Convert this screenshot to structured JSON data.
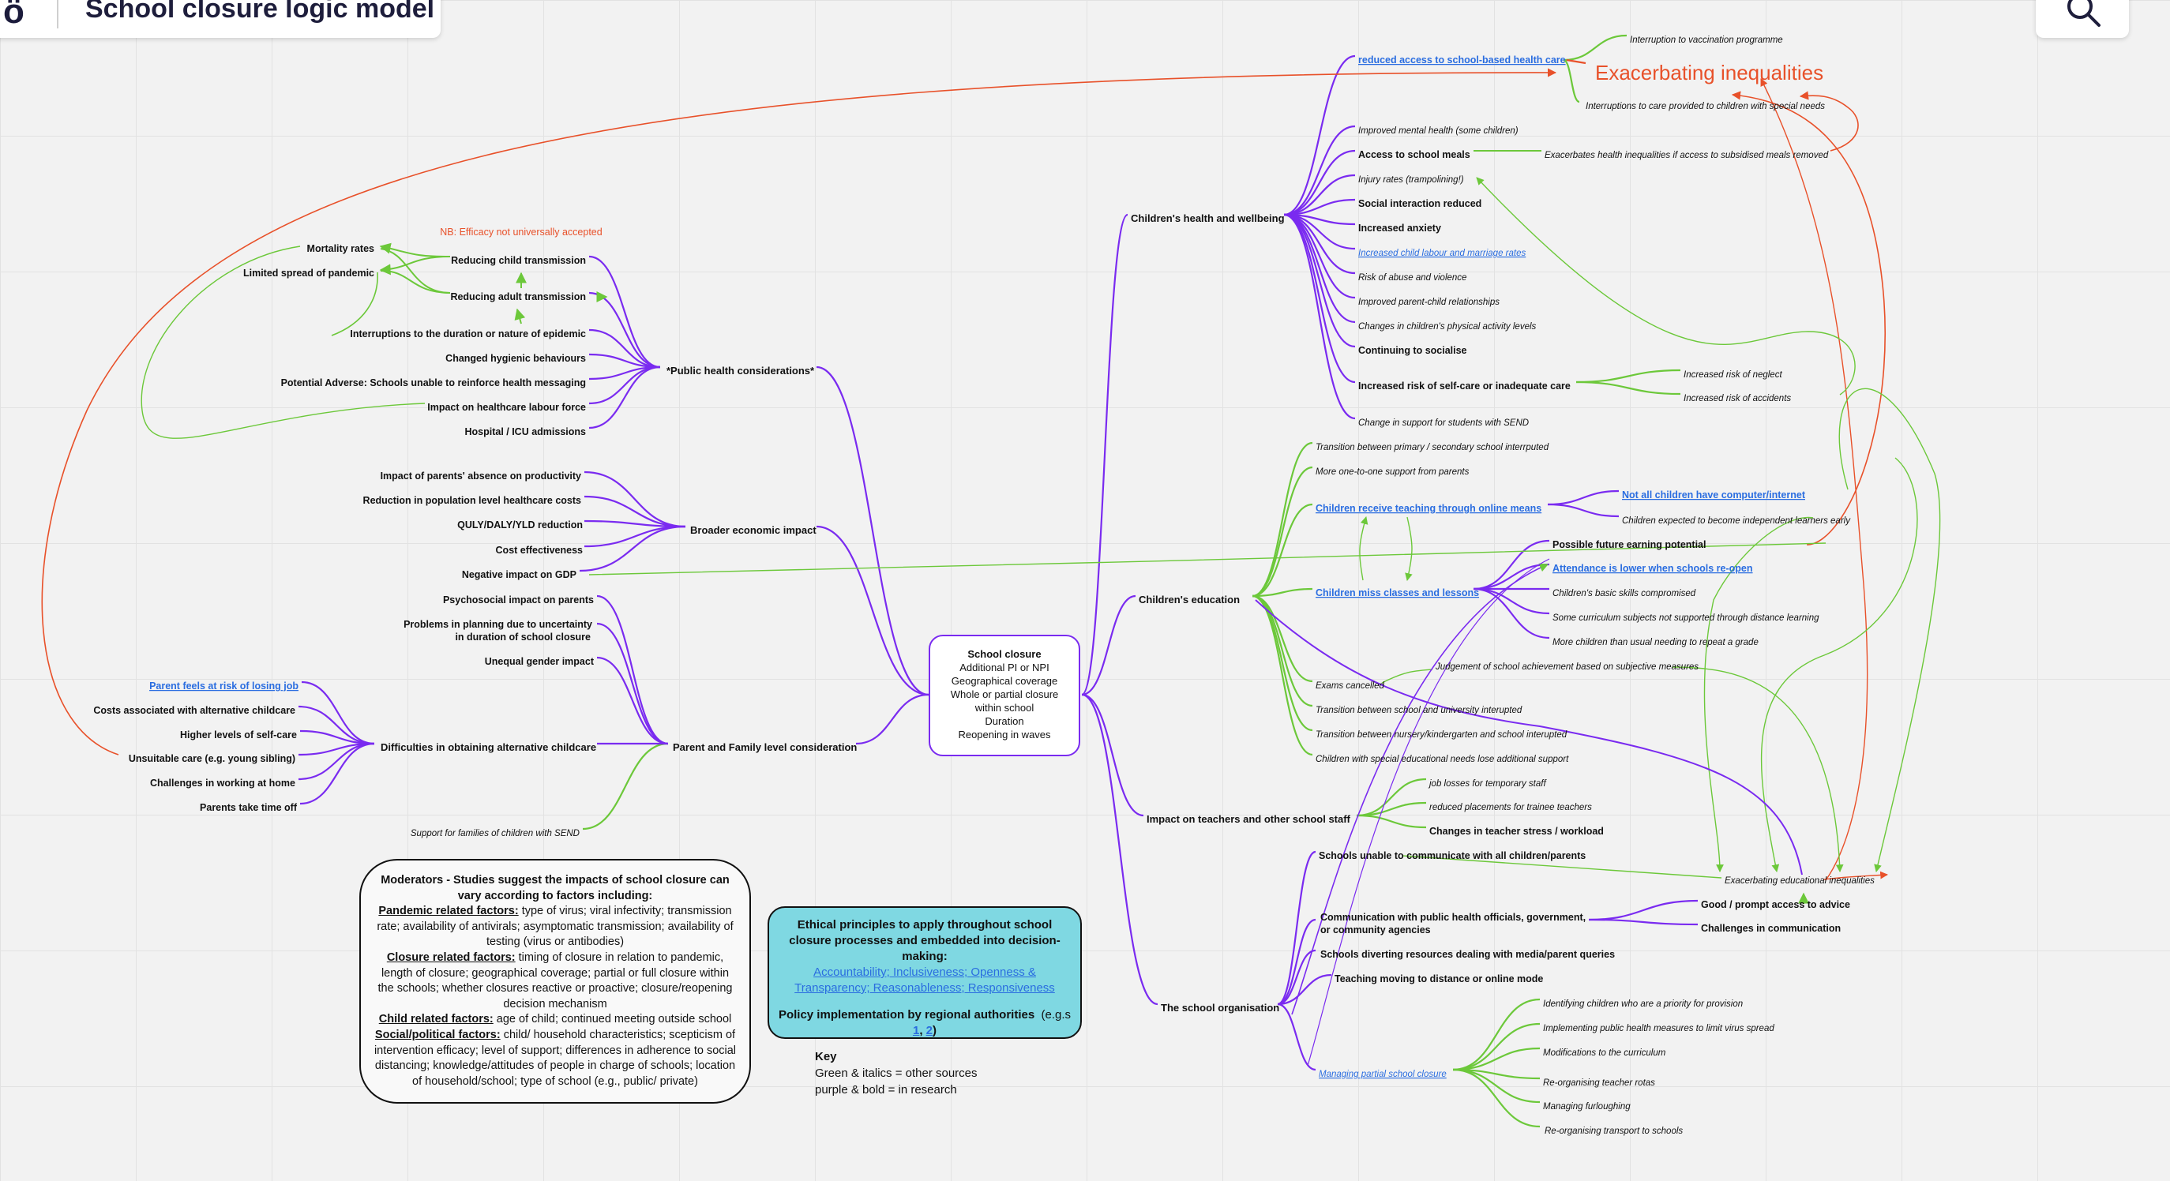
{
  "app": {
    "title": "School closure logic model",
    "logo": "ö",
    "search_icon": "search-icon"
  },
  "colors": {
    "purple": "#7a2bf0",
    "green": "#6cc83a",
    "orange": "#e8512a",
    "link": "#2a6de0"
  },
  "center": {
    "title": "School closure",
    "lines": [
      "Additional PI or NPI",
      "Geographical coverage",
      "Whole or partial closure",
      "within school",
      "Duration",
      "Reopening in waves"
    ]
  },
  "nodes": [
    {
      "id": "health",
      "text": "Children's health and wellbeing",
      "style": "bold"
    },
    {
      "id": "educ",
      "text": "Children's education",
      "style": "bold"
    },
    {
      "id": "teachers",
      "text": "Impact on teachers and other school staff",
      "style": "bold"
    },
    {
      "id": "org",
      "text": "The school organisation",
      "style": "bold"
    },
    {
      "id": "pub",
      "text": "*Public health considerations*",
      "style": "bold"
    },
    {
      "id": "econ",
      "text": "Broader economic impact",
      "style": "bold"
    },
    {
      "id": "family",
      "text": "Parent and Family level consideration",
      "style": "bold"
    },
    {
      "id": "childcare",
      "text": "Difficulties in obtaining alternative childcare",
      "style": "bold"
    },
    {
      "id": "h1",
      "text": "reduced access to school-based health care",
      "style": "link-bold"
    },
    {
      "id": "h2",
      "text": "Improved mental health  (some children)",
      "style": "italic"
    },
    {
      "id": "h3",
      "text": "Access to school meals",
      "style": "bold"
    },
    {
      "id": "h4",
      "text": "Injury rates (trampolining!)",
      "style": "italic"
    },
    {
      "id": "h5",
      "text": "Social interaction reduced",
      "style": "bold"
    },
    {
      "id": "h6",
      "text": "Increased anxiety",
      "style": "bold"
    },
    {
      "id": "h7",
      "text": "Increased child labour and marriage rates",
      "style": "link-italic"
    },
    {
      "id": "h8",
      "text": "Risk of abuse and violence",
      "style": "italic"
    },
    {
      "id": "h9",
      "text": "Improved parent-child relationships",
      "style": "italic"
    },
    {
      "id": "h10",
      "text": "Changes in children's physical activity levels",
      "style": "italic"
    },
    {
      "id": "h11",
      "text": "Continuing to socialise",
      "style": "bold"
    },
    {
      "id": "h12",
      "text": "Increased risk of self-care or inadequate care",
      "style": "bold"
    },
    {
      "id": "h13",
      "text": "Change in support for students with SEND",
      "style": "italic"
    },
    {
      "id": "exacerbating",
      "text": "Exacerbating inequalities",
      "style": "big-orange"
    },
    {
      "id": "hv1",
      "text": "Interruption to vaccination programme",
      "style": "italic"
    },
    {
      "id": "hv2",
      "text": "Interruptions to care provided to children with special needs",
      "style": "italic"
    },
    {
      "id": "hm1",
      "text": "Exacerbates health inequalities if access to subsidised meals removed",
      "style": "italic"
    },
    {
      "id": "hs1",
      "text": "Increased risk of neglect",
      "style": "italic"
    },
    {
      "id": "hs2",
      "text": "Increased risk of accidents",
      "style": "italic"
    },
    {
      "id": "e1",
      "text": "Transition between primary / secondary school interrputed",
      "style": "italic"
    },
    {
      "id": "e2",
      "text": "More one-to-one support from parents",
      "style": "italic"
    },
    {
      "id": "e3",
      "text": "Children receive teaching through online means",
      "style": "link-bold"
    },
    {
      "id": "e3a",
      "text": "Not all children have computer/internet",
      "style": "link-bold"
    },
    {
      "id": "e3b",
      "text": "Children expected to become independent learners early",
      "style": "italic"
    },
    {
      "id": "e4",
      "text": "Children miss classes and lessons",
      "style": "link-bold"
    },
    {
      "id": "e4a",
      "text": "Possible future earning potential",
      "style": "bold"
    },
    {
      "id": "e4b",
      "text": "Attendance is lower when schools re-open",
      "style": "link-bold"
    },
    {
      "id": "e4c",
      "text": "Children's basic skills compromised",
      "style": "italic"
    },
    {
      "id": "e4d",
      "text": "Some curriculum subjects not supported through distance learning",
      "style": "italic"
    },
    {
      "id": "e4e",
      "text": "More children than usual needing to repeat a grade",
      "style": "italic"
    },
    {
      "id": "e5",
      "text": "Exams cancelled",
      "style": "italic"
    },
    {
      "id": "e5a",
      "text": "Judgement of school achievement  based on subjective measures",
      "style": "italic"
    },
    {
      "id": "e6",
      "text": "Transition between school and university interupted",
      "style": "italic"
    },
    {
      "id": "e7",
      "text": "Transition between nursery/kindergarten and school interupted",
      "style": "italic"
    },
    {
      "id": "e8",
      "text": "Children with special educational needs lose additional support",
      "style": "italic"
    },
    {
      "id": "t1",
      "text": "job losses for temporary staff",
      "style": "italic"
    },
    {
      "id": "t2",
      "text": "reduced placements for trainee teachers",
      "style": "italic"
    },
    {
      "id": "t3",
      "text": "Changes in teacher stress / workload",
      "style": "bold"
    },
    {
      "id": "o1",
      "text": "Schools unable to communicate with all children/parents",
      "style": "bold"
    },
    {
      "id": "o2a",
      "text": "Communication with public health officials, government,",
      "style": "bold"
    },
    {
      "id": "o2b",
      "text": "or community agencies",
      "style": "bold"
    },
    {
      "id": "o2c",
      "text": "Good / prompt access to advice",
      "style": "bold"
    },
    {
      "id": "o2d",
      "text": "Challenges in communication",
      "style": "bold"
    },
    {
      "id": "o3",
      "text": "Schools diverting resources dealing with media/parent queries",
      "style": "bold"
    },
    {
      "id": "o4",
      "text": "Teaching moving to distance or online mode",
      "style": "bold"
    },
    {
      "id": "o5",
      "text": "Managing partial school closure",
      "style": "link-italic"
    },
    {
      "id": "o5a",
      "text": "Identifying children who are a priority for provision",
      "style": "italic"
    },
    {
      "id": "o5b",
      "text": "Implementing public health measures to limit virus spread",
      "style": "italic"
    },
    {
      "id": "o5c",
      "text": "Modifications to the curriculum",
      "style": "italic"
    },
    {
      "id": "o5d",
      "text": "Re-organising teacher rotas",
      "style": "italic"
    },
    {
      "id": "o5e",
      "text": "Managing furloughing",
      "style": "italic"
    },
    {
      "id": "o5f",
      "text": "Re-organising transport to schools",
      "style": "italic"
    },
    {
      "id": "ineqEdu",
      "text": "Exacerbating educational inequalities",
      "style": "italic"
    },
    {
      "id": "p1",
      "text": "Reducing child transmission",
      "style": "bold"
    },
    {
      "id": "p2",
      "text": "Reducing adult transmission",
      "style": "bold"
    },
    {
      "id": "p3",
      "text": "Interruptions to the duration or nature of epidemic",
      "style": "bold"
    },
    {
      "id": "p4",
      "text": "Changed hygienic behaviours",
      "style": "bold"
    },
    {
      "id": "p5",
      "text": "Potential Adverse: Schools unable to reinforce health messaging",
      "style": "bold"
    },
    {
      "id": "p6",
      "text": "Impact on healthcare  labour force",
      "style": "bold"
    },
    {
      "id": "p7",
      "text": "Hospital / ICU admissions",
      "style": "bold"
    },
    {
      "id": "nb",
      "text": "NB: Efficacy not universally accepted",
      "style": "orange"
    },
    {
      "id": "mort",
      "text": "Mortality rates",
      "style": "bold"
    },
    {
      "id": "spread",
      "text": "Limited spread of pandemic",
      "style": "bold"
    },
    {
      "id": "ec1",
      "text": "Impact of parents' absence on productivity",
      "style": "bold"
    },
    {
      "id": "ec2",
      "text": "Reduction in population level healthcare costs",
      "style": "bold"
    },
    {
      "id": "ec3",
      "text": "QULY/DALY/YLD reduction",
      "style": "bold"
    },
    {
      "id": "ec4",
      "text": "Cost effectiveness",
      "style": "bold"
    },
    {
      "id": "ec5",
      "text": "Negative impact on GDP",
      "style": "bold"
    },
    {
      "id": "f1",
      "text": "Psychosocial impact on parents",
      "style": "bold"
    },
    {
      "id": "f2a",
      "text": "Problems in planning due to uncertainty",
      "style": "bold"
    },
    {
      "id": "f2b",
      "text": "in duration of school closure",
      "style": "bold"
    },
    {
      "id": "f3",
      "text": "Unequal gender impact",
      "style": "bold"
    },
    {
      "id": "f4",
      "text": "Support for families of children with SEND",
      "style": "italic"
    },
    {
      "id": "c1",
      "text": "Parent feels at risk of losing job",
      "style": "link-bold"
    },
    {
      "id": "c2",
      "text": "Costs associated with alternative childcare",
      "style": "bold"
    },
    {
      "id": "c3",
      "text": "Higher levels of self-care",
      "style": "bold"
    },
    {
      "id": "c4",
      "text": "Unsuitable care (e.g. young sibling)",
      "style": "bold"
    },
    {
      "id": "c5",
      "text": "Challenges in working at home",
      "style": "bold"
    },
    {
      "id": "c6",
      "text": "Parents take time off",
      "style": "bold"
    }
  ],
  "moderators": {
    "heading": "Moderators - Studies suggest the impacts of school closure can vary according to factors including:",
    "pandemic_label": "Pandemic related factors:",
    "pandemic_text": " type of virus; viral infectivity; transmission rate; availability of antivirals; asymptomatic transmission; availability of testing (virus or antibodies)",
    "closure_label": "Closure related factors:",
    "closure_text": " timing of closure in relation to pandemic, length of closure; geographical coverage; partial or full closure within the schools; whether closures reactive or proactive; closure/reopening decision mechanism",
    "child_label": "Child related factors:",
    "child_text": "  age of child; continued meeting outside school",
    "social_label": "Social/political factors:",
    "social_text": " child/ household characteristics; scepticism of intervention efficacy; level of support; differences in adherence to social distancing; knowledge/attitudes of people in charge of schools; location of household/school; type of school (e.g., public/ private)"
  },
  "ethics": {
    "heading": "Ethical principles to apply throughout school closure processes and embedded into decision-making:",
    "principles": "Accountability; Inclusiveness; Openness & Transparency; Reasonableness; Responsiveness",
    "policy": "Policy implementation by regional authorities",
    "policy_suffix": "(e.g.s ",
    "ref1": "1",
    "ref_sep": ", ",
    "ref2": "2",
    "ref_close": ")"
  },
  "key": {
    "title": "Key",
    "line1": "Green & italics = other sources",
    "line2": "purple & bold = in research"
  }
}
